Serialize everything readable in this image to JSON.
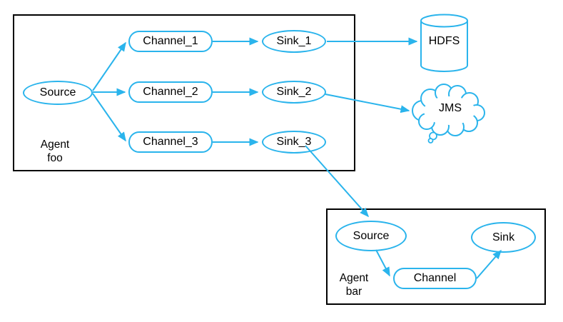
{
  "colors": {
    "accent": "#2AB4EC",
    "box_border": "#000000",
    "text": "#000000",
    "background": "#FFFFFF"
  },
  "agent_foo": {
    "label_line1": "Agent",
    "label_line2": "foo",
    "source_label": "Source",
    "channels": [
      "Channel_1",
      "Channel_2",
      "Channel_3"
    ],
    "sinks": [
      "Sink_1",
      "Sink_2",
      "Sink_3"
    ]
  },
  "agent_bar": {
    "label_line1": "Agent",
    "label_line2": "bar",
    "source_label": "Source",
    "channel_label": "Channel",
    "sink_label": "Sink"
  },
  "external_systems": {
    "hdfs_label": "HDFS",
    "jms_label": "JMS"
  },
  "edges": [
    "Source -> Channel_1",
    "Source -> Channel_2",
    "Source -> Channel_3",
    "Channel_1 -> Sink_1",
    "Channel_2 -> Sink_2",
    "Channel_3 -> Sink_3",
    "Sink_1 -> HDFS",
    "Sink_2 -> JMS",
    "Sink_3 -> Source (Agent bar)",
    "Source (Agent bar) -> Channel (Agent bar)",
    "Channel (Agent bar) -> Sink (Agent bar)"
  ]
}
